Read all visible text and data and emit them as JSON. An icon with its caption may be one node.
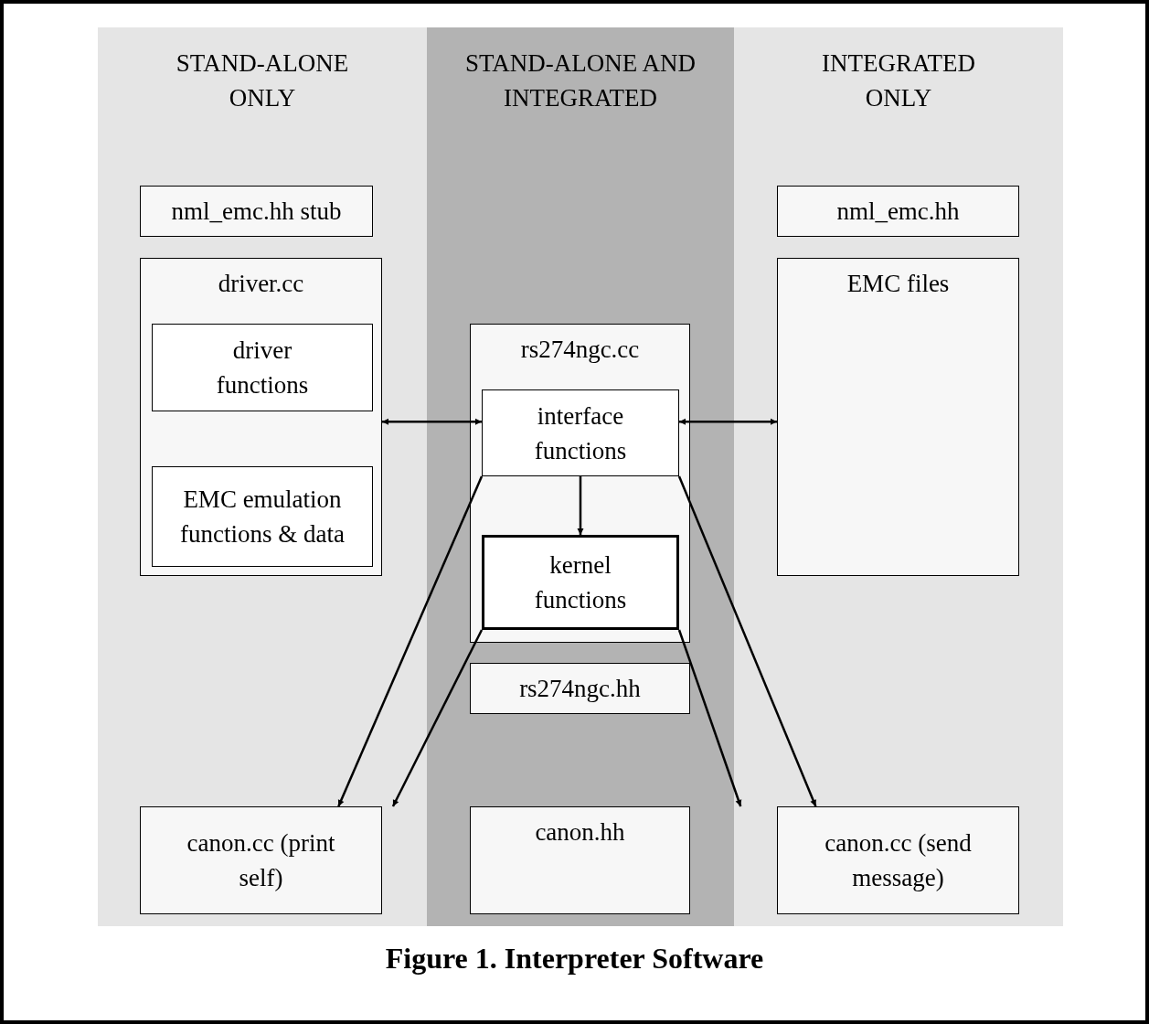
{
  "diagram": {
    "caption": "Figure 1. Interpreter Software",
    "nodes": [
      {
        "text": [
          "STAND-ALONE ONLY"
        ]
      },
      {
        "text": [
          "STAND-ALONE AND INTEGRATED"
        ]
      },
      {
        "text": [
          "INTEGRATED ONLY"
        ]
      },
      {
        "text": [
          "nml_emc.hh stub"
        ],
        "in": 0
      },
      {
        "text": [
          "driver.cc"
        ],
        "in": 0
      },
      {
        "text": [
          "driver functions"
        ],
        "in": 4
      },
      {
        "text": [
          "EMC emulation functions & data"
        ],
        "in": 4
      },
      {
        "text": [
          "rs274ngc.cc"
        ],
        "in": 1
      },
      {
        "text": [
          "interface functions"
        ],
        "in": 7
      },
      {
        "text": [
          "kernel functions"
        ],
        "in": 7
      },
      {
        "text": [
          "rs274ngc.hh"
        ],
        "in": 1
      },
      {
        "text": [
          "canon.hh"
        ],
        "in": 1
      },
      {
        "text": [
          "nml_emc.hh"
        ],
        "in": 2
      },
      {
        "text": [
          "EMC files"
        ],
        "in": 2
      },
      {
        "text": [
          "canon.cc (print self)"
        ],
        "in": 0
      },
      {
        "text": [
          "canon.cc (send message)"
        ],
        "in": 2
      }
    ],
    "edges": [
      {
        "from": 4,
        "to": 8,
        "arrow": "both"
      },
      {
        "from": 8,
        "to": 13,
        "arrow": "both"
      },
      {
        "from": 8,
        "to": 9,
        "arrow": "to"
      },
      {
        "from": 8,
        "to": 14,
        "arrow": "to"
      },
      {
        "from": 9,
        "to": 14,
        "arrow": "to"
      },
      {
        "from": 9,
        "to": 15,
        "arrow": "to"
      },
      {
        "from": 8,
        "to": 15,
        "arrow": "to"
      }
    ]
  }
}
